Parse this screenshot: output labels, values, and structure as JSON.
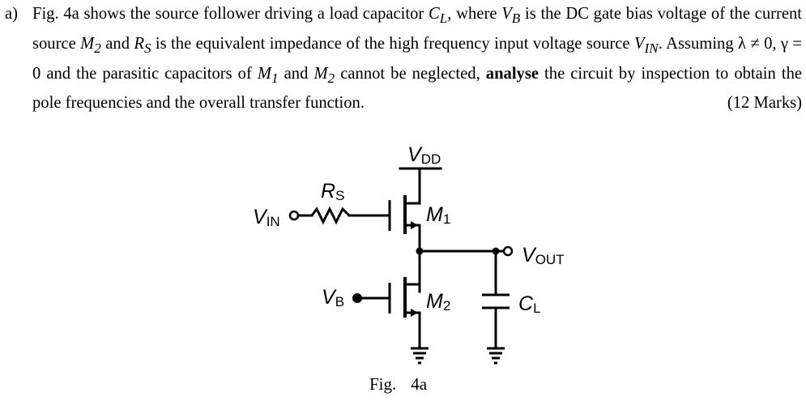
{
  "question": {
    "label": "a)",
    "parts": [
      "Fig.  4a shows the source follower driving a load capacitor ",
      "C",
      "L",
      ", where ",
      "V",
      "B",
      " is the DC gate bias voltage of the current source ",
      "M",
      "2",
      " and ",
      "R",
      "S",
      " is the equivalent impedance of the high frequency input voltage source ",
      "V",
      "IN",
      ". Assuming λ ≠ 0, γ = 0 and the parasitic capacitors of ",
      "M",
      "1",
      " and ",
      "M",
      "2",
      " cannot be neglected, ",
      "analyse",
      " the circuit by inspection to obtain the pole frequencies and the overall transfer function."
    ],
    "marks": "(12 Marks)"
  },
  "figure": {
    "vdd": {
      "main": "V",
      "sub": "DD"
    },
    "rs": {
      "main": "R",
      "sub": "S"
    },
    "vin": {
      "main": "V",
      "sub": "IN"
    },
    "m1": {
      "main": "M",
      "sub": "1"
    },
    "vout": {
      "main": "V",
      "sub": "OUT"
    },
    "vb": {
      "main": "V",
      "sub": "B"
    },
    "m2": {
      "main": "M",
      "sub": "2"
    },
    "cl": {
      "main": "C",
      "sub": "L"
    },
    "caption": {
      "prefix": "Fig.",
      "number": "4a"
    }
  }
}
